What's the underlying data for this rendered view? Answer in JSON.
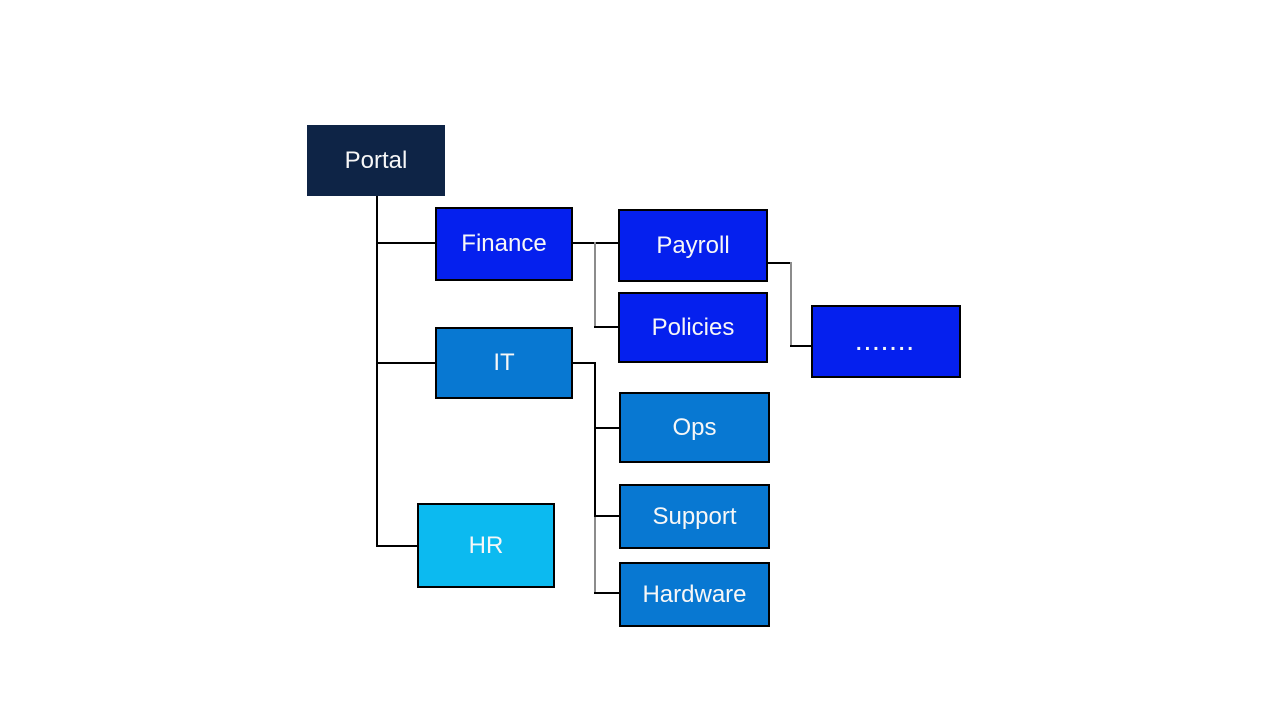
{
  "diagram": {
    "type": "tree",
    "description": "Site structure diagram: Portal with children Finance, IT, HR; Finance has Payroll and Policies; Payroll leads to a continuation box; IT has Ops, Support, Hardware",
    "nodes": {
      "portal": {
        "label": "Portal",
        "color": "#0E2446",
        "level": 0
      },
      "finance": {
        "label": "Finance",
        "color": "#0520EE",
        "level": 1,
        "parent": "Portal"
      },
      "it": {
        "label": "IT",
        "color": "#0878D2",
        "level": 1,
        "parent": "Portal"
      },
      "hr": {
        "label": "HR",
        "color": "#0CBAF0",
        "level": 1,
        "parent": "Portal"
      },
      "payroll": {
        "label": "Payroll",
        "color": "#0520EE",
        "level": 2,
        "parent": "Finance"
      },
      "policies": {
        "label": "Policies",
        "color": "#0520EE",
        "level": 2,
        "parent": "Finance"
      },
      "more": {
        "label": ".......",
        "color": "#0520EE",
        "level": 3,
        "parent": "Payroll"
      },
      "ops": {
        "label": "Ops",
        "color": "#0878D2",
        "level": 2,
        "parent": "IT"
      },
      "support": {
        "label": "Support",
        "color": "#0878D2",
        "level": 2,
        "parent": "IT"
      },
      "hardware": {
        "label": "Hardware",
        "color": "#0878D2",
        "level": 2,
        "parent": "IT"
      }
    },
    "colors": {
      "connector_black": "#000000",
      "connector_gray": "#8c8c8c",
      "text": "#f7f7f7",
      "background": "#ffffff"
    }
  }
}
